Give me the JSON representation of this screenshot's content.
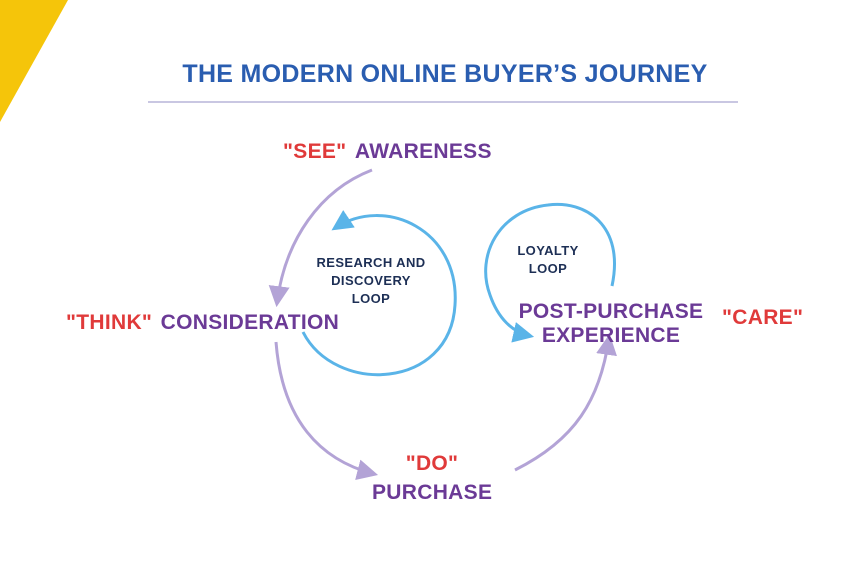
{
  "title": "THE MODERN ONLINE BUYER’S JOURNEY",
  "colors": {
    "accent_yellow": "#f5c50a",
    "title_blue": "#2a5db0",
    "red": "#e03a3a",
    "purple": "#6b3a96",
    "loop_blue": "#5ab4e8",
    "arrow_lavender": "#b3a3d6",
    "navy": "#1d2f55"
  },
  "stages": {
    "see": {
      "quote": "\"SEE\"",
      "label": "AWARENESS"
    },
    "think": {
      "quote": "\"THINK\"",
      "label": "CONSIDERATION"
    },
    "do": {
      "quote": "\"DO\"",
      "label": "PURCHASE"
    },
    "care": {
      "quote": "\"CARE\"",
      "label": "POST-PURCHASE EXPERIENCE"
    }
  },
  "loops": {
    "research": "RESEARCH AND DISCOVERY LOOP",
    "loyalty": "LOYALTY LOOP"
  },
  "care_lines": [
    "POST-PURCHASE",
    "EXPERIENCE"
  ],
  "research_lines": [
    "RESEARCH AND",
    "DISCOVERY",
    "LOOP"
  ],
  "loyalty_lines": [
    "LOYALTY",
    "LOOP"
  ]
}
